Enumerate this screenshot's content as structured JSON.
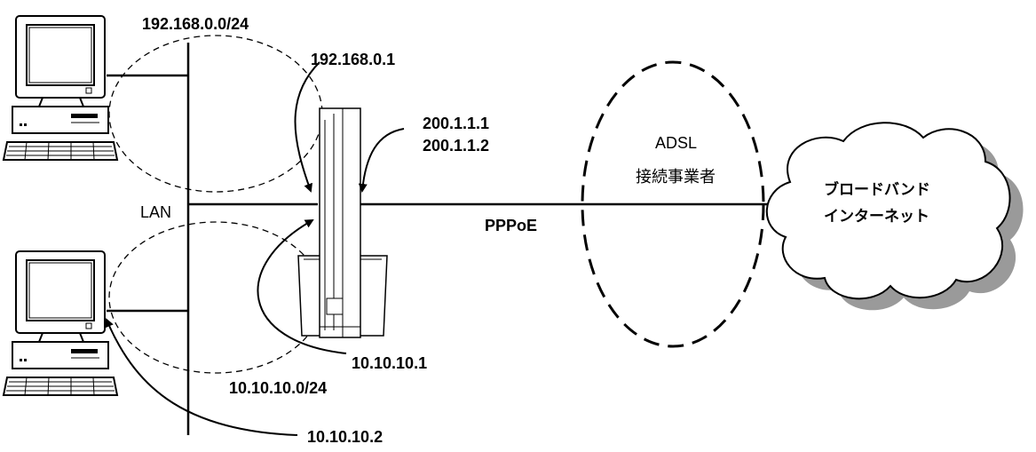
{
  "labels": {
    "subnet_a": "192.168.0.0/24",
    "router_lan_a_ip": "192.168.0.1",
    "wan_ip_1": "200.1.1.1",
    "wan_ip_2": "200.1.1.2",
    "lan": "LAN",
    "pppoe": "PPPoE",
    "adsl": "ADSL",
    "provider": "接続事業者",
    "cloud_line1": "ブロードバンド",
    "cloud_line2": "インターネット",
    "router_lan_b_ip": "10.10.10.1",
    "subnet_b": "10.10.10.0/24",
    "host_b_ip": "10.10.10.2"
  }
}
